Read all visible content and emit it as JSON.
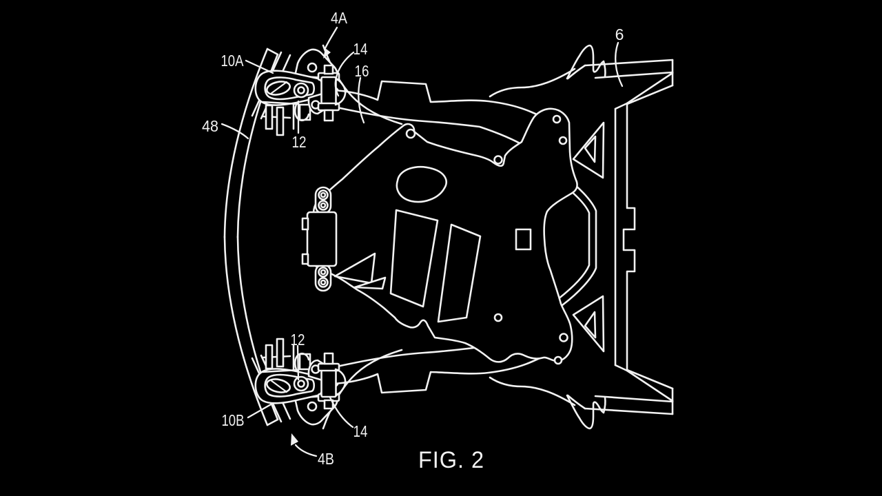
{
  "figure": {
    "caption": "FIG. 2",
    "background_color": "#000000",
    "line_color": "#f2f2f2",
    "labels": [
      {
        "id": "4A",
        "text": "4A"
      },
      {
        "id": "14-upper",
        "text": "14"
      },
      {
        "id": "16",
        "text": "16"
      },
      {
        "id": "6",
        "text": "6"
      },
      {
        "id": "10A",
        "text": "10A"
      },
      {
        "id": "48",
        "text": "48"
      },
      {
        "id": "12-upper",
        "text": "12"
      },
      {
        "id": "12-lower",
        "text": "12"
      },
      {
        "id": "10B",
        "text": "10B"
      },
      {
        "id": "14-lower",
        "text": "14"
      },
      {
        "id": "4B",
        "text": "4B"
      }
    ]
  }
}
